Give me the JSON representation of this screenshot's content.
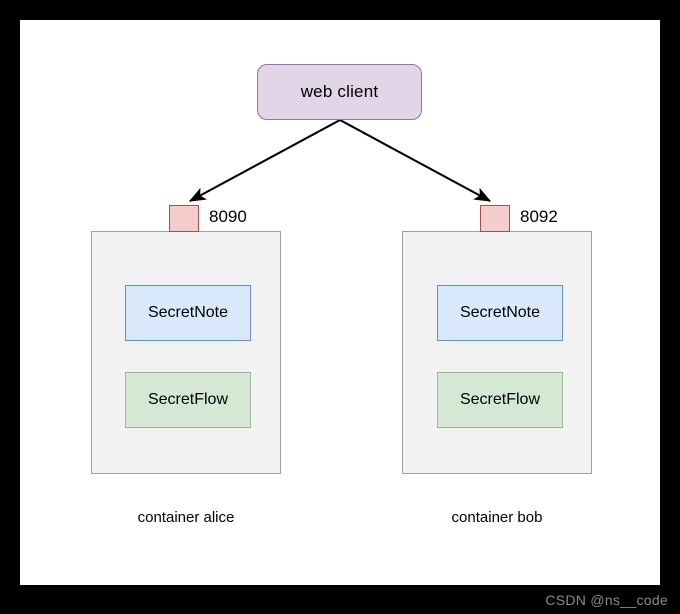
{
  "diagram": {
    "title_node": {
      "label": "web client",
      "fill": "#e1d5e7",
      "stroke": "#9673a6"
    },
    "containers": [
      {
        "id": "alice",
        "caption": "container alice",
        "port": "8090",
        "port_fill": "#f4cccc",
        "port_stroke": "#a35050",
        "fill": "#f2f2f2",
        "stroke": "#a0a0a0",
        "services": [
          {
            "label": "SecretNote",
            "fill": "#dae8fc",
            "stroke": "#6c8ebf"
          },
          {
            "label": "SecretFlow",
            "fill": "#d5e8d4",
            "stroke": "#9ab593"
          }
        ]
      },
      {
        "id": "bob",
        "caption": "container bob",
        "port": "8092",
        "port_fill": "#f4cccc",
        "port_stroke": "#a35050",
        "fill": "#f2f2f2",
        "stroke": "#a0a0a0",
        "services": [
          {
            "label": "SecretNote",
            "fill": "#dae8fc",
            "stroke": "#6c8ebf"
          },
          {
            "label": "SecretFlow",
            "fill": "#d5e8d4",
            "stroke": "#9ab593"
          }
        ]
      }
    ],
    "connections": [
      {
        "from": "web client",
        "to": "8090",
        "style": "solid-arrow",
        "color": "#000000"
      },
      {
        "from": "web client",
        "to": "8092",
        "style": "solid-arrow",
        "color": "#000000"
      }
    ],
    "canvas_background": "#ffffff",
    "frame_background": "#000000"
  },
  "watermark": {
    "text": "CSDN @ns__code",
    "color": "#8a8a8a"
  }
}
